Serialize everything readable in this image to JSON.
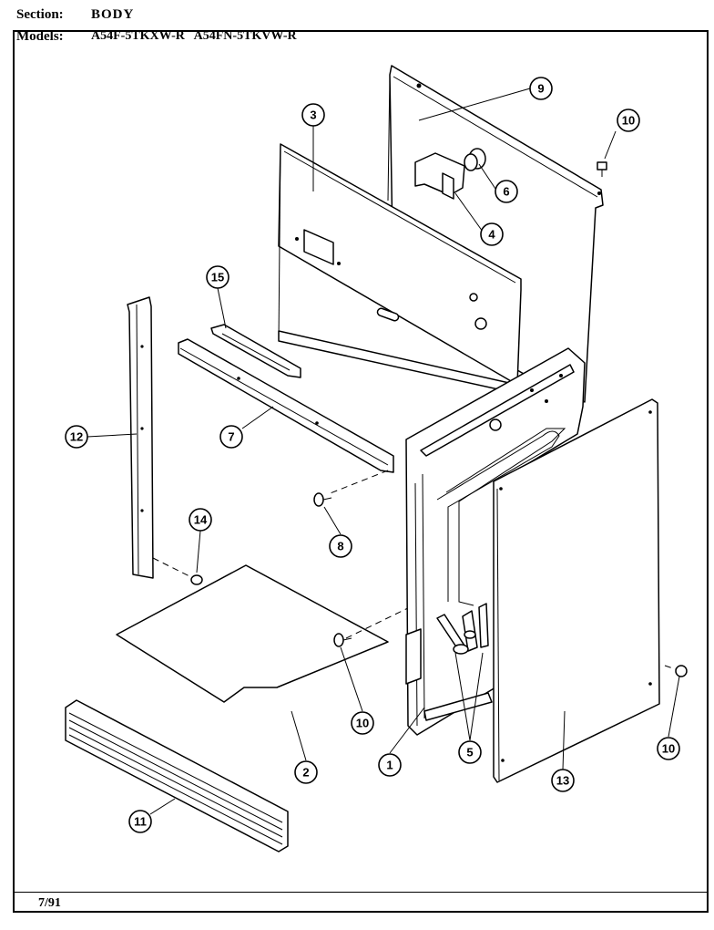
{
  "header": {
    "section_label": "Section:",
    "section_value": "BODY",
    "models_label": "Models:",
    "models_value": "A54F-5TKXW-R   A54FN-5TKVW-R"
  },
  "footer": {
    "date": "7/91"
  },
  "callouts": [
    "1",
    "2",
    "3",
    "4",
    "5",
    "6",
    "7",
    "8",
    "9",
    "10",
    "10",
    "10",
    "11",
    "12",
    "13",
    "14",
    "15"
  ]
}
